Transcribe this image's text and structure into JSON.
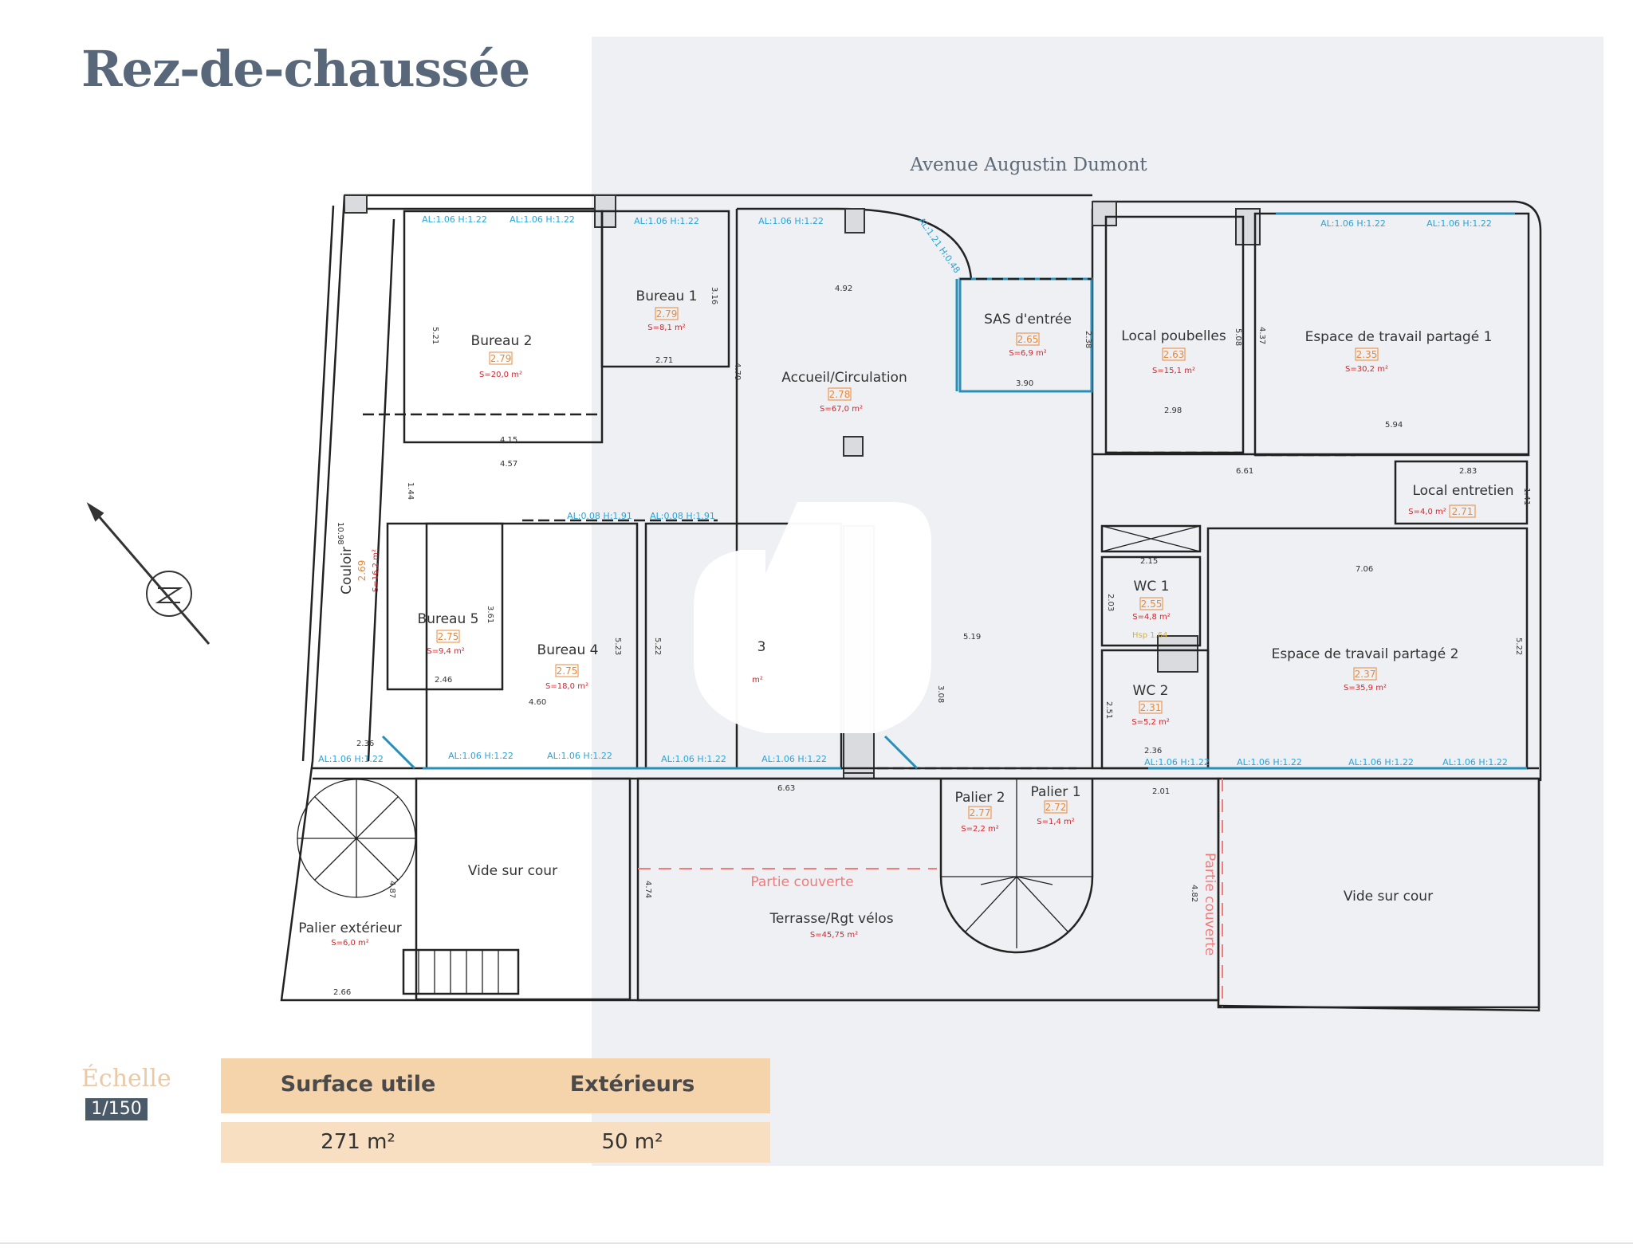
{
  "title": "Rez-de-chaussée",
  "street": "Avenue Augustin Dumont",
  "rooms": [
    {
      "name": "Bureau 2",
      "ceiling": "2.79",
      "area": "S=20,0 m²"
    },
    {
      "name": "Bureau 1",
      "ceiling": "2.79",
      "area": "S=8,1 m²"
    },
    {
      "name": "Accueil/Circulation",
      "ceiling": "2.78",
      "area": "S=67,0 m²"
    },
    {
      "name": "SAS d'entrée",
      "ceiling": "2.65",
      "area": "S=6,9 m²"
    },
    {
      "name": "Local poubelles",
      "ceiling": "2.63",
      "area": "S=15,1 m²"
    },
    {
      "name": "Espace de travail partagé 1",
      "ceiling": "2.35",
      "area": "S=30,2 m²"
    },
    {
      "name": "Local entretien",
      "ceiling": "2.71",
      "area": "S=4,0 m²"
    },
    {
      "name": "Couloir",
      "ceiling": "2.69",
      "area": "S=16,2 m²"
    },
    {
      "name": "Bureau 5",
      "ceiling": "2.75",
      "area": "S=9,4 m²"
    },
    {
      "name": "Bureau 4",
      "ceiling": "2.75",
      "area": "S=18,0 m²"
    },
    {
      "name": "3",
      "ceiling": "",
      "area": "m²"
    },
    {
      "name": "WC 1",
      "ceiling": "2.55",
      "area": "S=4,8 m²"
    },
    {
      "name": "WC 2",
      "ceiling": "2.31",
      "area": "S=5,2 m²"
    },
    {
      "name": "Espace de travail partagé 2",
      "ceiling": "2.37",
      "area": "S=35,9 m²"
    },
    {
      "name": "Palier 2",
      "ceiling": "2.77",
      "area": "S=2,2 m²"
    },
    {
      "name": "Palier 1",
      "ceiling": "2.72",
      "area": "S=1,4 m²"
    },
    {
      "name": "Vide sur cour",
      "ceiling": "",
      "area": ""
    },
    {
      "name": "Palier extérieur",
      "ceiling": "",
      "area": "S=6,0 m²"
    },
    {
      "name": "Terrasse/Rgt vélos",
      "ceiling": "",
      "area": "S=45,75 m²"
    },
    {
      "name": "Vide sur cour",
      "ceiling": "",
      "area": ""
    }
  ],
  "annotations": {
    "partie_couverte": "Partie couverte",
    "window": "AL:1.06 H:1.22",
    "window_small": "AL:0.08 H:1.91",
    "window_curve": "AL:1.21 H:0.48",
    "hsp": "Hsp 1.64"
  },
  "dimensions": [
    "5.21",
    "4.15",
    "4.57",
    "3.16",
    "2.71",
    "4.92",
    "4.70",
    "2.38",
    "3.90",
    "5.08",
    "2.98",
    "4.37",
    "5.94",
    "6.61",
    "2.83",
    "1.41",
    "1.44",
    "10.98",
    "3.61",
    "2.46",
    "4.60",
    "5.23",
    "5.22",
    "2.36",
    "6.63",
    "5.19",
    "3.08",
    "2.15",
    "2.03",
    "7.06",
    "5.22",
    "2.51",
    "2.36",
    "2.01",
    "4.74",
    "4.82",
    "4.87",
    "2.66"
  ],
  "footer": {
    "scale_label": "Échelle",
    "scale_value": "1/150",
    "headers": [
      "Surface utile",
      "Extérieurs"
    ],
    "values": [
      "271 m²",
      "50 m²"
    ]
  },
  "colors": {
    "title": "#58687a",
    "panel": "#eef0f3",
    "table_header": "#f5d3ab",
    "table_row": "#f8dfc2",
    "window": "#2aa4d8",
    "area": "#d9232a",
    "ceiling": "#e8893a"
  }
}
